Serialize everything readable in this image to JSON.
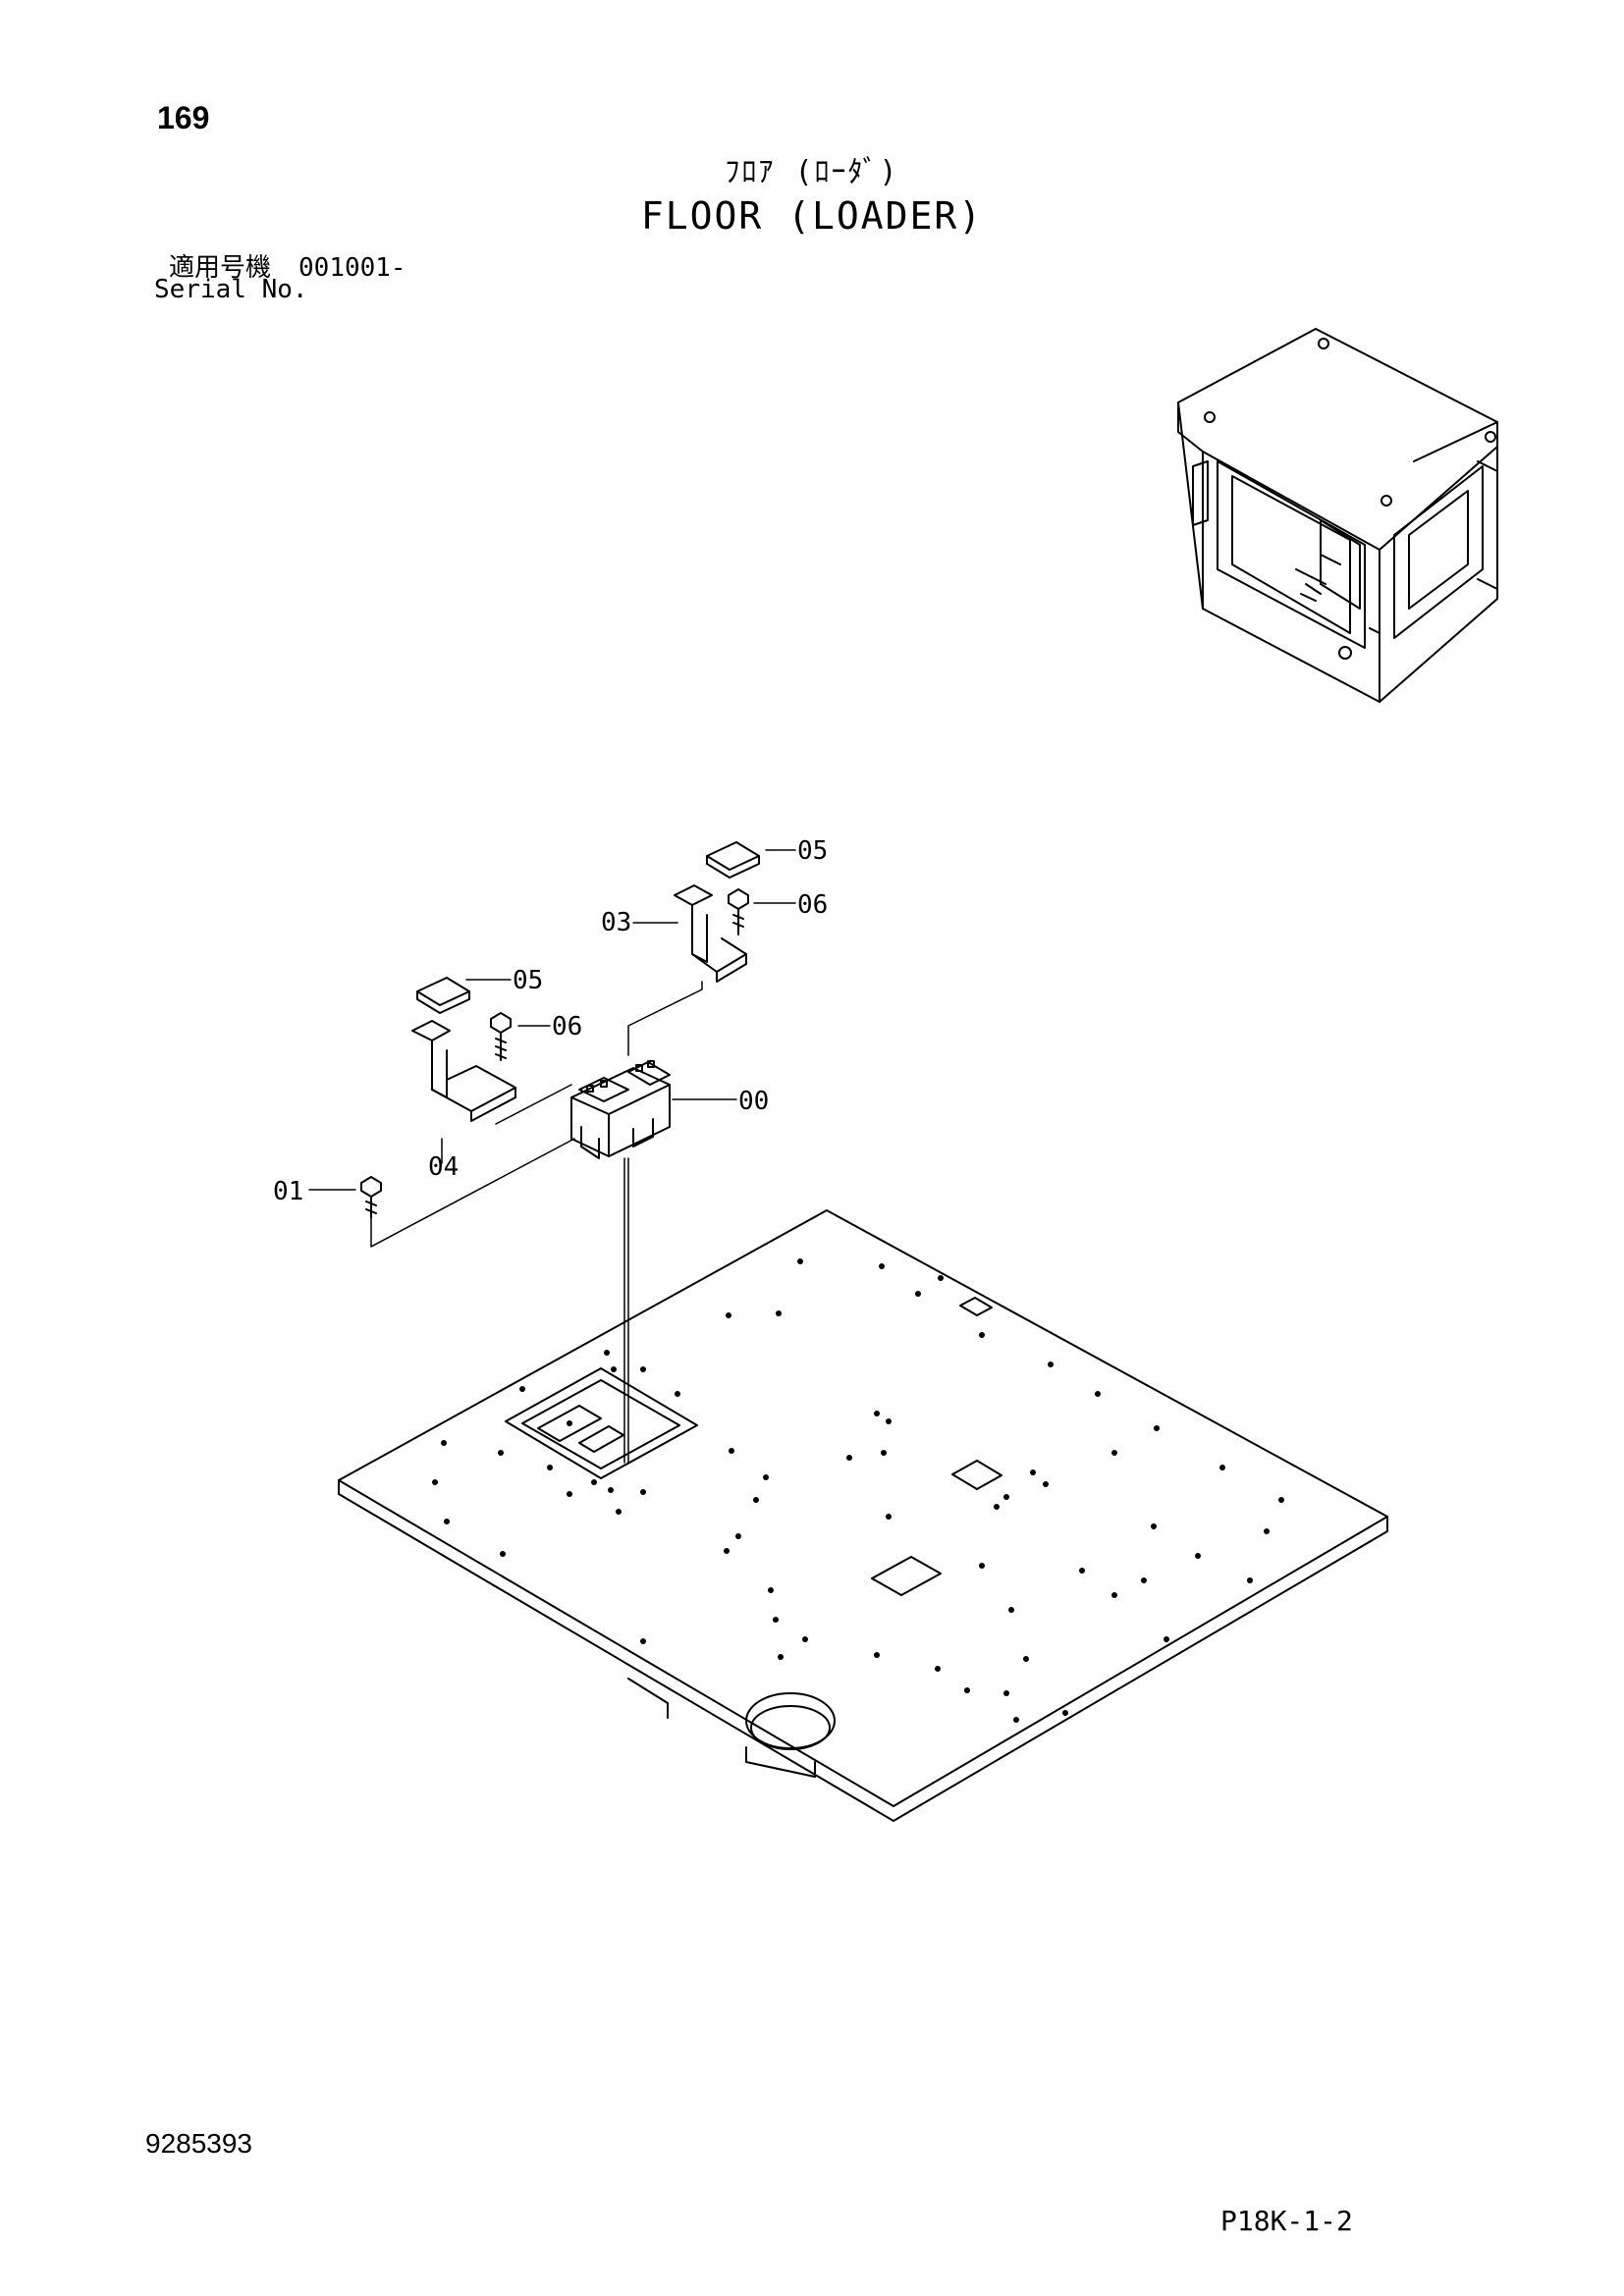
{
  "page": {
    "number": "169",
    "title_jp": "ﾌﾛｱ (ﾛｰﾀﾞ)",
    "title_en": "FLOOR (LOADER)",
    "serial_label_jp": "適用号機",
    "serial_range": "001001-",
    "serial_label_en": "Serial No.",
    "doc_number": "9285393",
    "sheet_ref": "P18K-1-2"
  },
  "callouts": [
    "05",
    "06",
    "03",
    "05",
    "06",
    "00",
    "04",
    "01"
  ]
}
